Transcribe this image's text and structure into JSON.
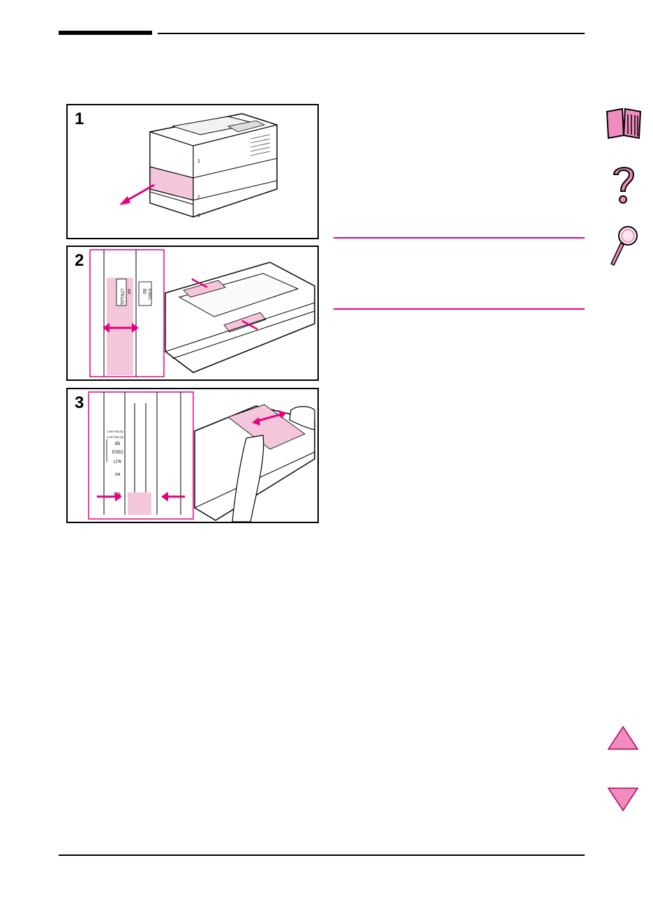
{
  "figure": {
    "steps": [
      {
        "number": "1"
      },
      {
        "number": "2"
      },
      {
        "number": "3"
      }
    ],
    "tray_labels_step2": [
      "LTR/LGL",
      "A4",
      "B5",
      "EXEC"
    ],
    "tray_labels_step3": [
      "CUSTOM (S)",
      "CUSTOM (M)",
      "B5",
      "EXEC",
      "LTR",
      "A4",
      "LGL"
    ],
    "printer_tray_numbers": [
      "1",
      "2",
      "3"
    ]
  },
  "colors": {
    "accent": "#e6007e",
    "highlight": "#f4c6dc",
    "icon_fill": "#f08cbf"
  },
  "nav": {
    "icons": [
      "book-icon",
      "help-icon",
      "search-icon",
      "up-arrow-icon",
      "down-arrow-icon"
    ]
  }
}
